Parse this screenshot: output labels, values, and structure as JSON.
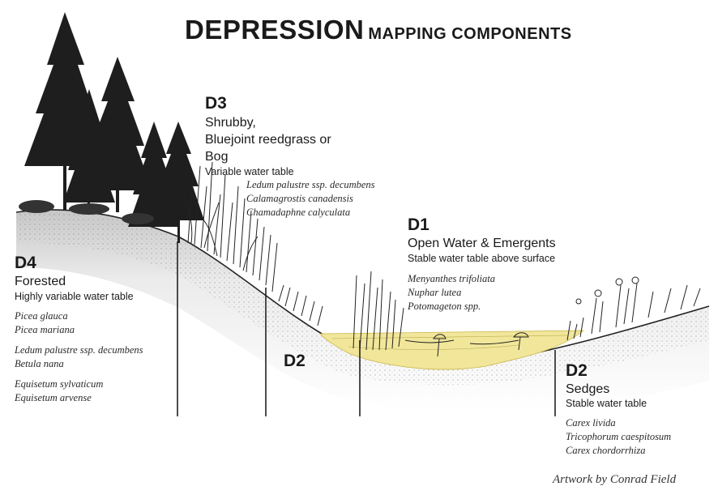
{
  "title": {
    "main": "DEPRESSION",
    "sub": "MAPPING COMPONENTS"
  },
  "zones": {
    "d4": {
      "code": "D4",
      "name": "Forested",
      "water_table": "Highly variable water table",
      "species_group1": [
        "Picea glauca",
        "Picea mariana"
      ],
      "species_group2": [
        "Ledum palustre ssp. decumbens",
        "Betula nana"
      ],
      "species_group3": [
        "Equisetum sylvaticum",
        "Equisetum arvense"
      ]
    },
    "d3": {
      "code": "D3",
      "name_lines": [
        "Shrubby,",
        "Bluejoint reedgrass or",
        "Bog"
      ],
      "water_table": "Variable water table",
      "species": [
        "Ledum palustre ssp. decumbens",
        "Calamagrostis canadensis",
        "Chamadaphne calyculata"
      ]
    },
    "d1": {
      "code": "D1",
      "name": "Open Water & Emergents",
      "water_table": "Stable water table above surface",
      "species": [
        "Menyanthes trifoliata",
        "Nuphar lutea",
        "Potomageton spp."
      ]
    },
    "d2_left": {
      "code": "D2"
    },
    "d2_right": {
      "code": "D2",
      "name": "Sedges",
      "water_table": "Stable water table",
      "species": [
        "Carex livida",
        "Tricophorum caespitosum",
        "Carex chordorrhiza"
      ]
    }
  },
  "credit": "Artwork by Conrad Field",
  "colors": {
    "water": "#f1e69a",
    "ink": "#1a1a1a",
    "ground_stipple": "#9a9a9a"
  }
}
